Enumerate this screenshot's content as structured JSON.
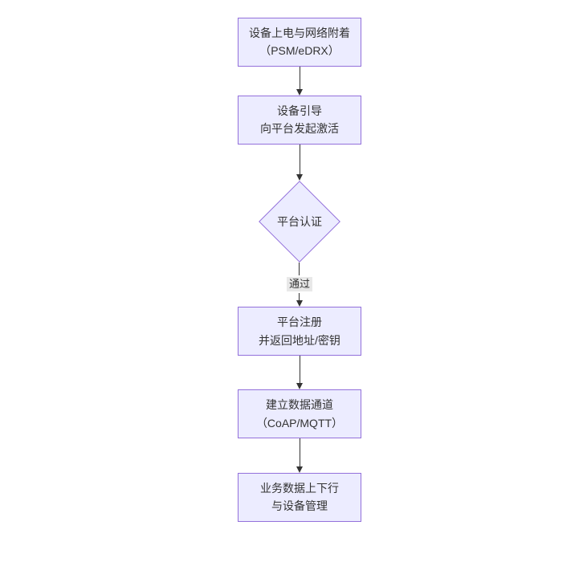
{
  "diagram": {
    "type": "flowchart",
    "direction": "top-down",
    "nodes": [
      {
        "id": "A",
        "shape": "rect",
        "line1": "设备上电与网络附着",
        "line2": "（PSM/eDRX）"
      },
      {
        "id": "B",
        "shape": "rect",
        "line1": "设备引导",
        "line2": "向平台发起激活"
      },
      {
        "id": "C",
        "shape": "diamond",
        "label": "平台认证"
      },
      {
        "id": "D",
        "shape": "rect",
        "line1": "平台注册",
        "line2": "并返回地址/密钥"
      },
      {
        "id": "E",
        "shape": "rect",
        "line1": "建立数据通道",
        "line2": "（CoAP/MQTT）"
      },
      {
        "id": "F",
        "shape": "rect",
        "line1": "业务数据上下行",
        "line2": "与设备管理"
      }
    ],
    "edges": [
      {
        "from": "A",
        "to": "B",
        "label": ""
      },
      {
        "from": "B",
        "to": "C",
        "label": ""
      },
      {
        "from": "C",
        "to": "D",
        "label": "通过"
      },
      {
        "from": "D",
        "to": "E",
        "label": ""
      },
      {
        "from": "E",
        "to": "F",
        "label": ""
      }
    ],
    "colors": {
      "node_fill": "#ECECFF",
      "node_border": "#9370DB",
      "text": "#333333",
      "arrow": "#333333",
      "edge_label_bg": "#e8e8e8",
      "background": "#ffffff"
    }
  }
}
